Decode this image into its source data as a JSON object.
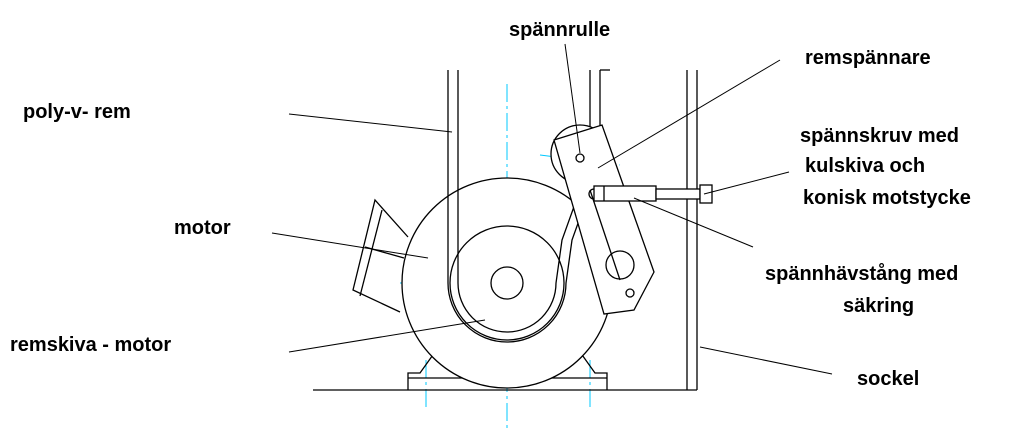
{
  "labels": {
    "spannrulle": "spännrulle",
    "remspannare": "remspännare",
    "polyvrem": "poly-v- rem",
    "spannskruv_1": "spännskruv med",
    "spannskruv_2": "kulskiva och",
    "spannskruv_3": "konisk motstycke",
    "motor": "motor",
    "spannhavstang_1": "spännhävstång med",
    "spannhavstang_2": "säkring",
    "remskiva": "remskiva - motor",
    "sockel": "sockel"
  },
  "colors": {
    "line": "#000000",
    "centerline": "#00c8ff",
    "background": "#ffffff"
  }
}
